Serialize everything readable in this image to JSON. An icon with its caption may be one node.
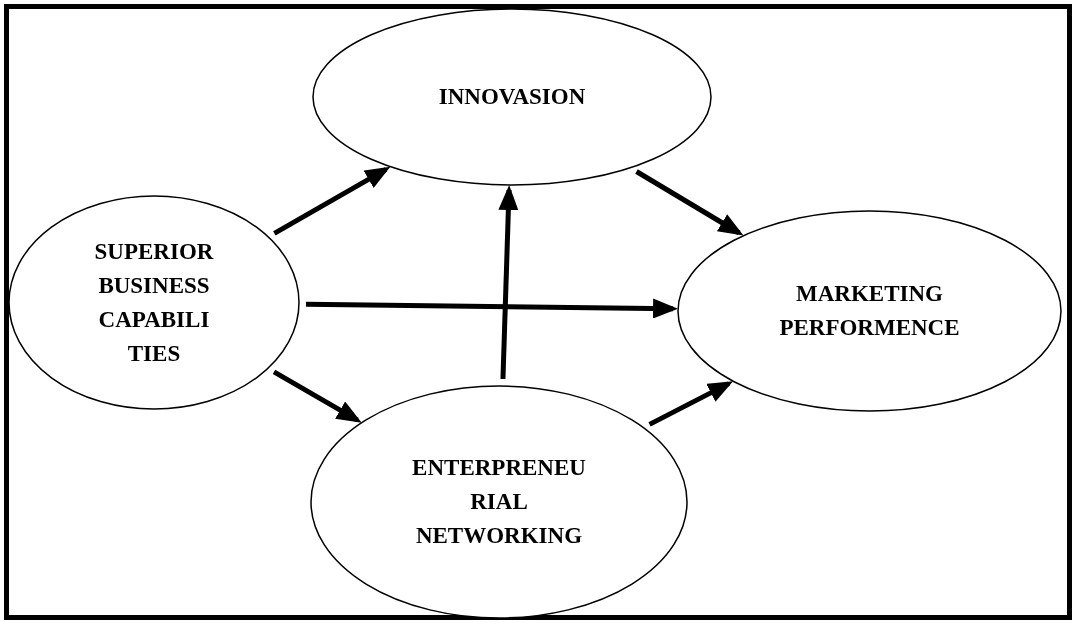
{
  "diagram": {
    "nodes": [
      {
        "text": [
          "INNOVASION"
        ]
      },
      {
        "text": [
          "SUPERIOR BUSINESS CAPABILI TIES"
        ]
      },
      {
        "text": [
          "MARKETING PERFORMENCE"
        ]
      },
      {
        "text": [
          "ENTERPRENEU RIAL NETWORKING"
        ]
      }
    ],
    "edges": [
      {
        "from": 1,
        "to": 0,
        "arrow": "to"
      },
      {
        "from": 0,
        "to": 2,
        "arrow": "to"
      },
      {
        "from": 1,
        "to": 2,
        "arrow": "to"
      },
      {
        "from": 3,
        "to": 0,
        "arrow": "to"
      },
      {
        "from": 1,
        "to": 3,
        "arrow": "to"
      },
      {
        "from": 3,
        "to": 2,
        "arrow": "to"
      }
    ]
  }
}
